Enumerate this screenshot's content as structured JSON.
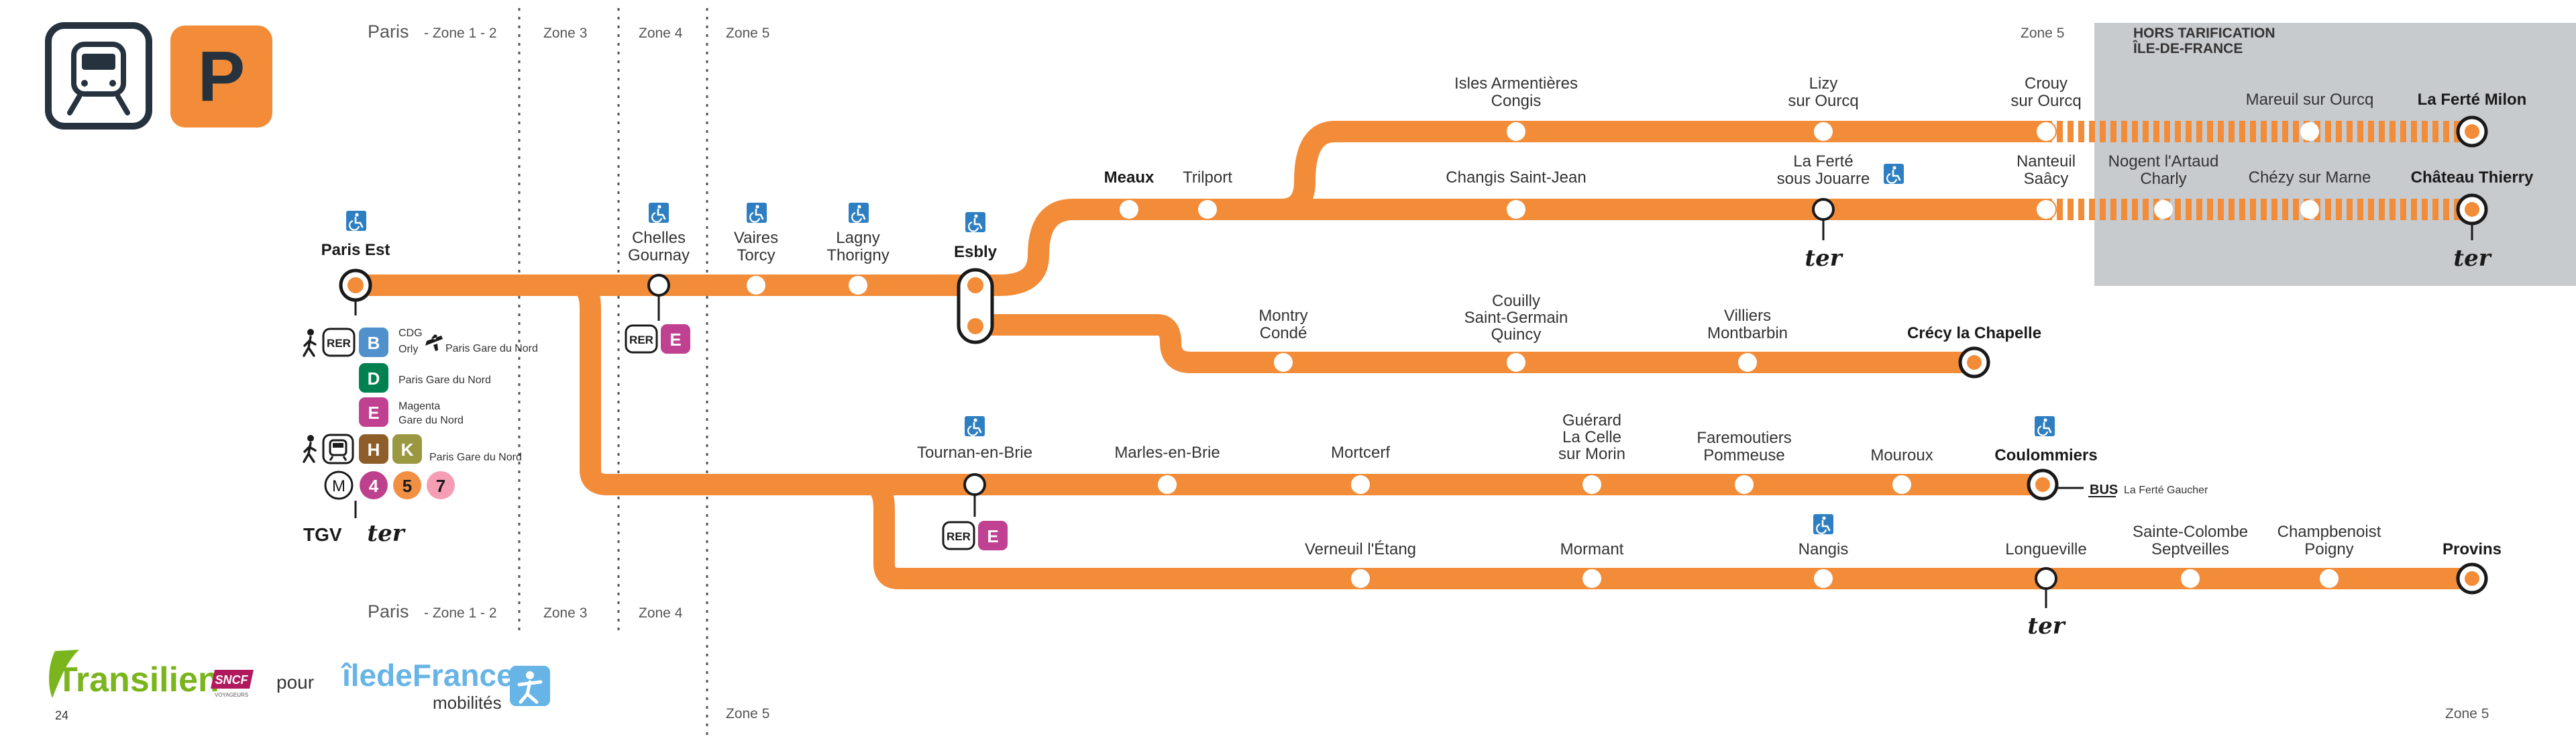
{
  "mode_icons": {
    "train": "train-icon",
    "parking": "P"
  },
  "zones": {
    "top": {
      "paris": "Paris",
      "zone12": "- Zone 1 - 2",
      "zone3": "Zone  3",
      "zone4": "Zone 4",
      "zone5": "Zone 5",
      "zone5_right": "Zone 5"
    },
    "bottom": {
      "paris": "Paris",
      "zone12": "- Zone 1 - 2",
      "zone3": "Zone  3",
      "zone4": "Zone 4",
      "zone5": "Zone 5",
      "zone5_right": "Zone 5"
    }
  },
  "hors_tarification": {
    "line1": "HORS TARIFICATION",
    "line2": "ÎLE-DE-FRANCE"
  },
  "stations": {
    "paris_est": "Paris Est",
    "chelles": [
      "Chelles",
      "Gournay"
    ],
    "vaires": [
      "Vaires",
      "Torcy"
    ],
    "lagny": [
      "Lagny",
      "Thorigny"
    ],
    "esbly": "Esbly",
    "meaux": "Meaux",
    "trilport": "Trilport",
    "isles": [
      "Isles Armentières",
      "Congis"
    ],
    "lizy": [
      "Lizy",
      "sur Ourcq"
    ],
    "crouy": [
      "Crouy",
      "sur Ourcq"
    ],
    "mareuil": "Mareuil sur Ourcq",
    "ferte_milon": "La Ferté Milon",
    "changis": "Changis Saint-Jean",
    "ferte_jouarre": [
      "La Ferté",
      "sous Jouarre"
    ],
    "nanteuil": [
      "Nanteuil",
      "Saâcy"
    ],
    "nogent": [
      "Nogent l'Artaud",
      "Charly"
    ],
    "chezy": "Chézy sur Marne",
    "chateau_thierry": "Château Thierry",
    "montry": [
      "Montry",
      "Condé"
    ],
    "couilly": [
      "Couilly",
      "Saint-Germain",
      "Quincy"
    ],
    "villiers": [
      "Villiers",
      "Montbarbin"
    ],
    "crecy": "Crécy la Chapelle",
    "tournan": "Tournan-en-Brie",
    "marles": "Marles-en-Brie",
    "mortcerf": "Mortcerf",
    "guerard": [
      "Guérard",
      "La Celle",
      "sur Morin"
    ],
    "faremoutiers": [
      "Faremoutiers",
      "Pommeuse"
    ],
    "mouroux": "Mouroux",
    "coulommiers": "Coulommiers",
    "verneuil": "Verneuil l'Étang",
    "mormant": "Mormant",
    "nangis": "Nangis",
    "longueville": "Longueville",
    "sainte_colombe": [
      "Sainte-Colombe",
      "Septveilles"
    ],
    "champbenoist": [
      "Champbenoist",
      "Poigny"
    ],
    "provins": "Provins"
  },
  "connections": {
    "rer": "RER",
    "bus": "BUS",
    "bus_dest": "La Ferté Gaucher",
    "metro": "M",
    "tgv": "TGV",
    "ter": "ter",
    "cdg": "CDG",
    "orly": "Orly",
    "gare_nord_1": "Paris Gare du Nord",
    "gare_nord_2": "Paris Gare du Nord",
    "magenta_1": "Magenta",
    "magenta_2": "Gare du Nord",
    "gare_nord_3": "Paris Gare du Nord",
    "chips": {
      "B": "B",
      "D": "D",
      "E": "E",
      "H": "H",
      "K": "K",
      "m4": "4",
      "m5": "5",
      "m7": "7"
    }
  },
  "footer": {
    "brand": "Transilien",
    "sncf": "SNCF",
    "voyageurs": "VOYAGEURS",
    "pour": "pour",
    "idf_1": "îlede",
    "idf_2": "France",
    "idf_3": "mobilités",
    "page_number": "24"
  },
  "colors": {
    "line": "#F28C38",
    "rer_b": "#5091CB",
    "rer_d": "#00814F",
    "rer_e": "#C04191",
    "transilien_h": "#8D5E2A",
    "transilien_k": "#9B9842",
    "metro_4": "#BE418D",
    "metro_5": "#F19043",
    "metro_7": "#F59EB3",
    "hors_zone_bg": "#C8CBCE",
    "transilien_green": "#7AB51D",
    "idf_blue": "#67B4E7"
  }
}
